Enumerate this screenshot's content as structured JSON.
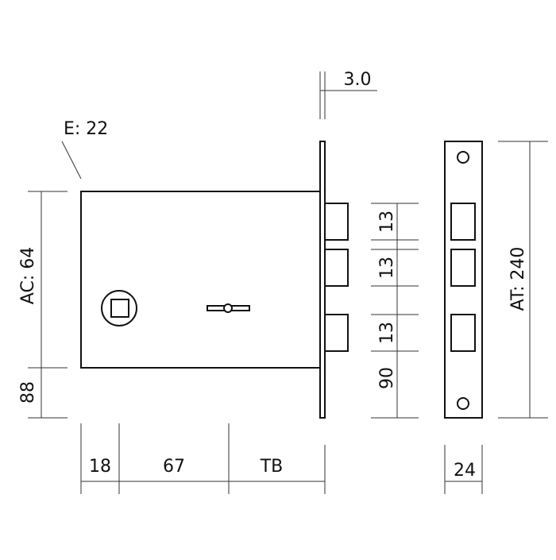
{
  "labels": {
    "e": "E: 22",
    "ac": "AC: 64",
    "at": "AT: 240",
    "plate_offset": "3.0",
    "left_bottom": "88",
    "gap_1": "13",
    "gap_2": "13",
    "gap_3": "13",
    "right_bottom": "90",
    "width_18": "18",
    "width_67": "67",
    "width_tb": "TB",
    "plate_width": "24"
  },
  "colors": {
    "line": "#111111",
    "background": "#ffffff"
  }
}
